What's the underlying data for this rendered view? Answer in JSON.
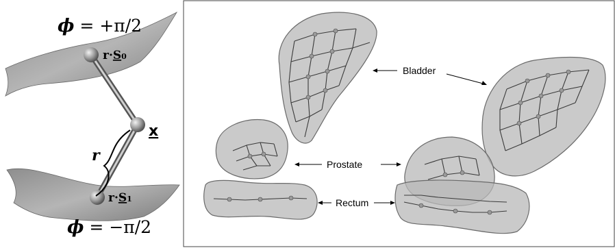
{
  "left_panel": {
    "top_phi": {
      "symbol": "ϕ",
      "text": " = +π/2"
    },
    "bottom_phi": {
      "symbol": "ϕ",
      "text": " = −π/2"
    },
    "s0_label": {
      "prefix": "r·",
      "letter": "S",
      "sub": "0"
    },
    "s1_label": {
      "prefix": "r·",
      "letter": "S",
      "sub": "1"
    },
    "x_label": "x",
    "r_label": "r"
  },
  "right_panel": {
    "labels": {
      "bladder": "Bladder",
      "prostate": "Prostate",
      "rectum": "Rectum"
    }
  }
}
